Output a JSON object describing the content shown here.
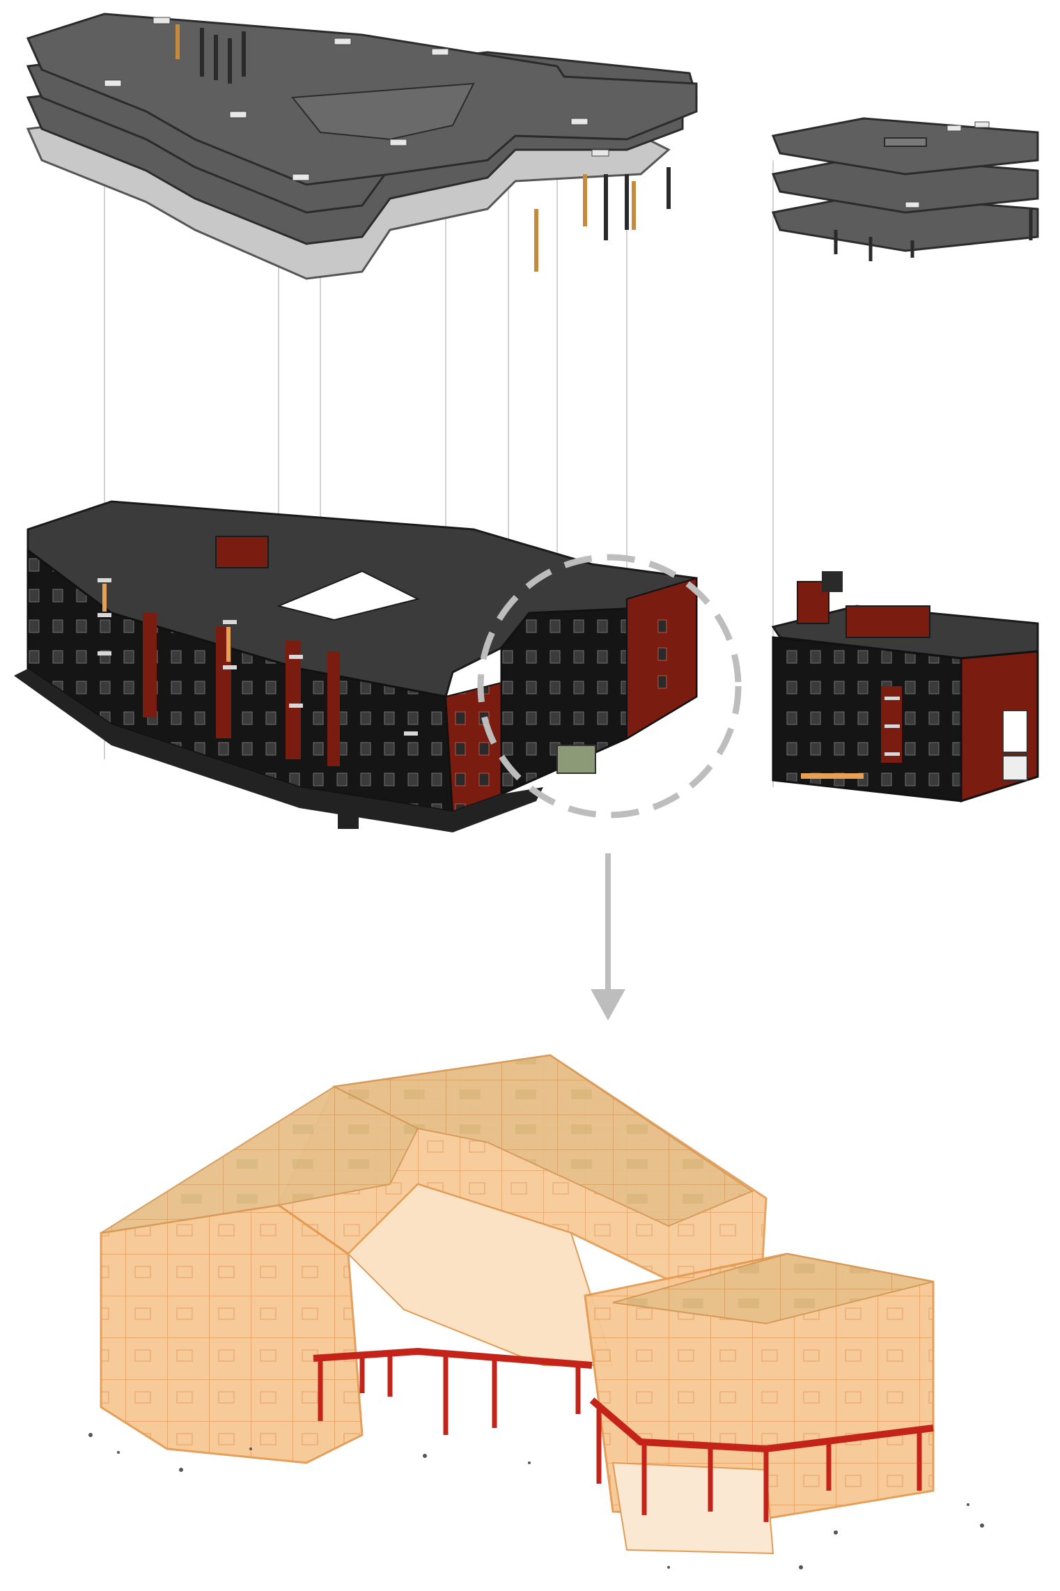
{
  "figure": {
    "description_free": true,
    "panels": [
      {
        "id": "floor-slabs-main",
        "kind": "exploded-slab-stack",
        "levels": 4
      },
      {
        "id": "floor-slabs-annex",
        "kind": "exploded-slab-stack",
        "levels": 3
      },
      {
        "id": "building-main",
        "kind": "exterior-model"
      },
      {
        "id": "building-annex",
        "kind": "exterior-model"
      },
      {
        "id": "structural-frame",
        "kind": "transparent-frame-model"
      }
    ],
    "colors": {
      "slab": "#5a5a5a",
      "slab_edge": "#2b2b2b",
      "slab_light": "#c9c9c9",
      "facade": "#1a1a1a",
      "brick": "#7a1c10",
      "roof": "#3d3d3d",
      "guide_line": "#cfcfcf",
      "focus_circle": "#bdbdbd",
      "arrow": "#bdbdbd",
      "frame_fill": "#f6c58f",
      "frame_edge": "#e39a52",
      "beam_red": "#c4231a",
      "column_wood": "#c58a3c"
    }
  }
}
